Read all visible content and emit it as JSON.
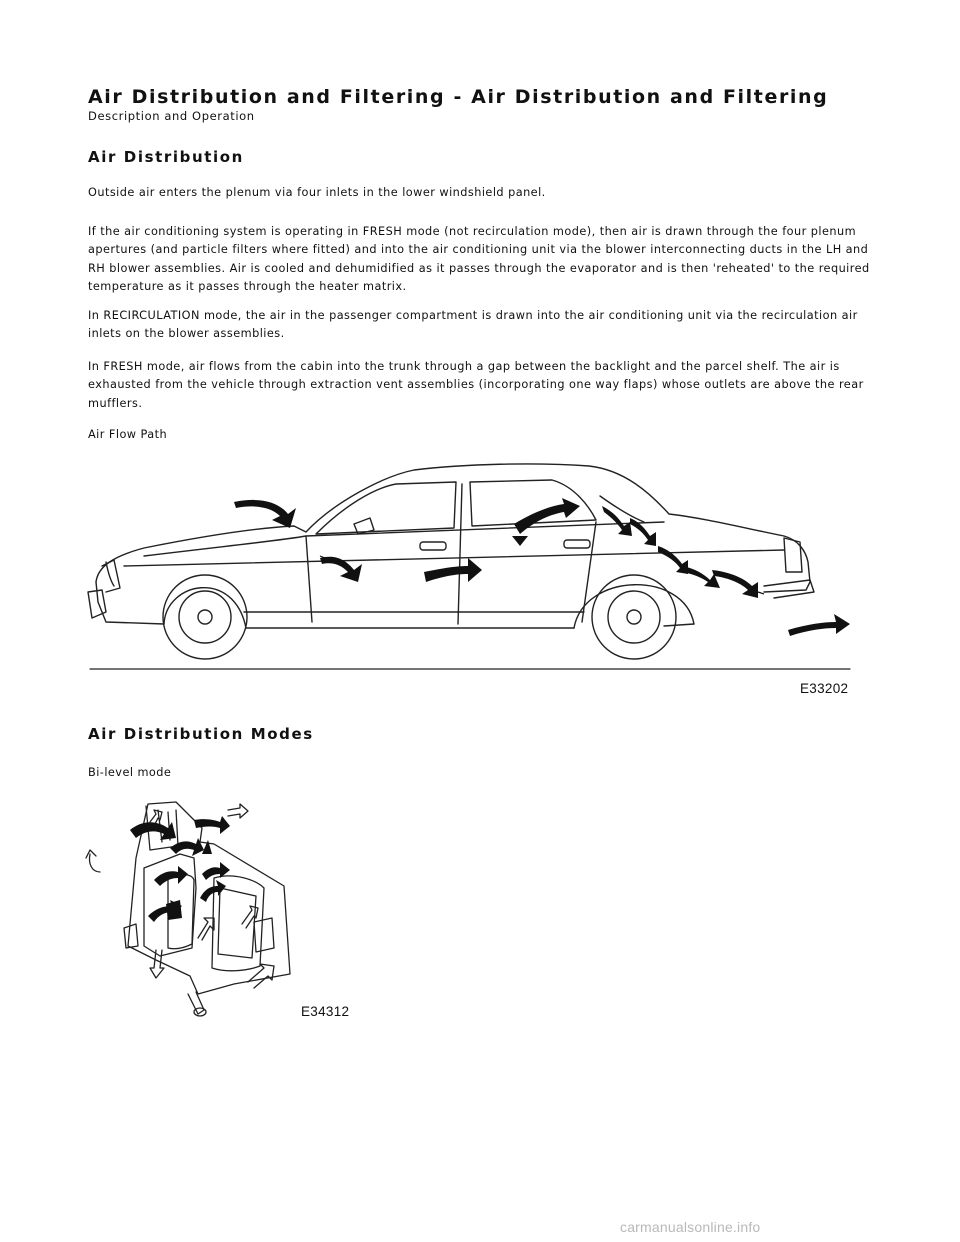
{
  "header": {
    "title": "Air Distribution and Filtering - Air Distribution and Filtering",
    "subtitle": "Description and Operation"
  },
  "section1": {
    "heading": "Air Distribution",
    "paragraphs": [
      "Outside air enters the plenum via four inlets in the lower windshield panel.",
      "If the air conditioning system is operating in FRESH mode (not recirculation mode), then air is drawn through the four plenum apertures (and particle filters where fitted) and into the air conditioning unit via the blower interconnecting ducts in the LH and RH blower assemblies. Air is cooled and dehumidified as it passes through the evaporator and is then 'reheated' to the required temperature as it passes through the heater matrix.",
      "In RECIRCULATION mode, the air in the passenger compartment is drawn into the air conditioning unit via the recirculation air inlets on the blower assemblies.",
      "In FRESH mode, air flows from the cabin into the trunk through a gap between the backlight and the parcel shelf. The air is exhausted from the vehicle through extraction vent assemblies (incorporating one way flaps) whose outlets are above the rear mufflers."
    ],
    "figure_caption": "Air Flow Path",
    "figure_code": "E33202"
  },
  "section2": {
    "heading": "Air Distribution Modes",
    "figure_caption": "Bi-level mode",
    "figure_code": "E34312"
  },
  "footer": {
    "watermark": "carmanualsonline.info"
  }
}
